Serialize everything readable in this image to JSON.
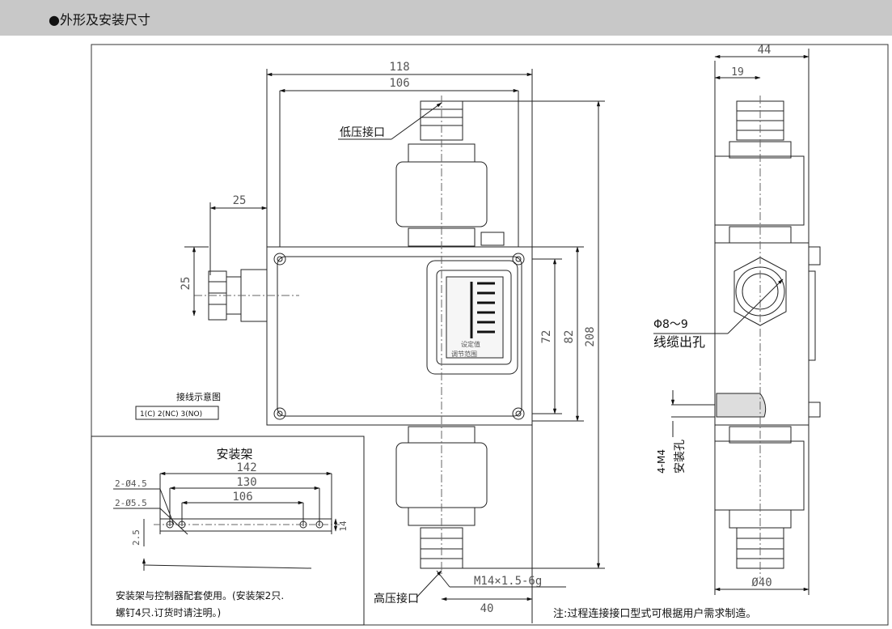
{
  "header": {
    "title": "●外形及安装尺寸"
  },
  "front_view": {
    "dims": {
      "width_outer": "118",
      "width_inner": "106",
      "conduit_offset": "25",
      "conduit_height": "25",
      "height_72": "72",
      "height_82": "82",
      "height_208": "208",
      "bottom_width": "40",
      "thread": "M14×1.5-6g"
    },
    "labels": {
      "low_port": "低压接口",
      "high_port": "高压接口"
    },
    "gauge_text": [
      "设定值",
      "调节范围"
    ],
    "wiring": {
      "title": "接线示意图",
      "text": "1(C) 2(NC) 3(NO)"
    }
  },
  "side_view": {
    "dims": {
      "width_44": "44",
      "offset_19": "19",
      "diameter_40": "Ø40"
    },
    "cable": {
      "size": "Φ8～9",
      "label": "线缆出孔"
    },
    "mount": {
      "size": "4-M4",
      "label": "安装孔"
    }
  },
  "bracket": {
    "title": "安装架",
    "dims": {
      "d142": "142",
      "d130": "130",
      "d106": "106",
      "hole1": "2-Ø4.5",
      "hole2": "2-Ø5.5",
      "h25": "2.5",
      "h14": "14"
    },
    "note_line1": "安装架与控制器配套使用。(安装架2只.",
    "note_line2": "螺钉4只.订货时请注明。)"
  },
  "footnote": "注:过程连接接口型式可根据用户需求制造。"
}
